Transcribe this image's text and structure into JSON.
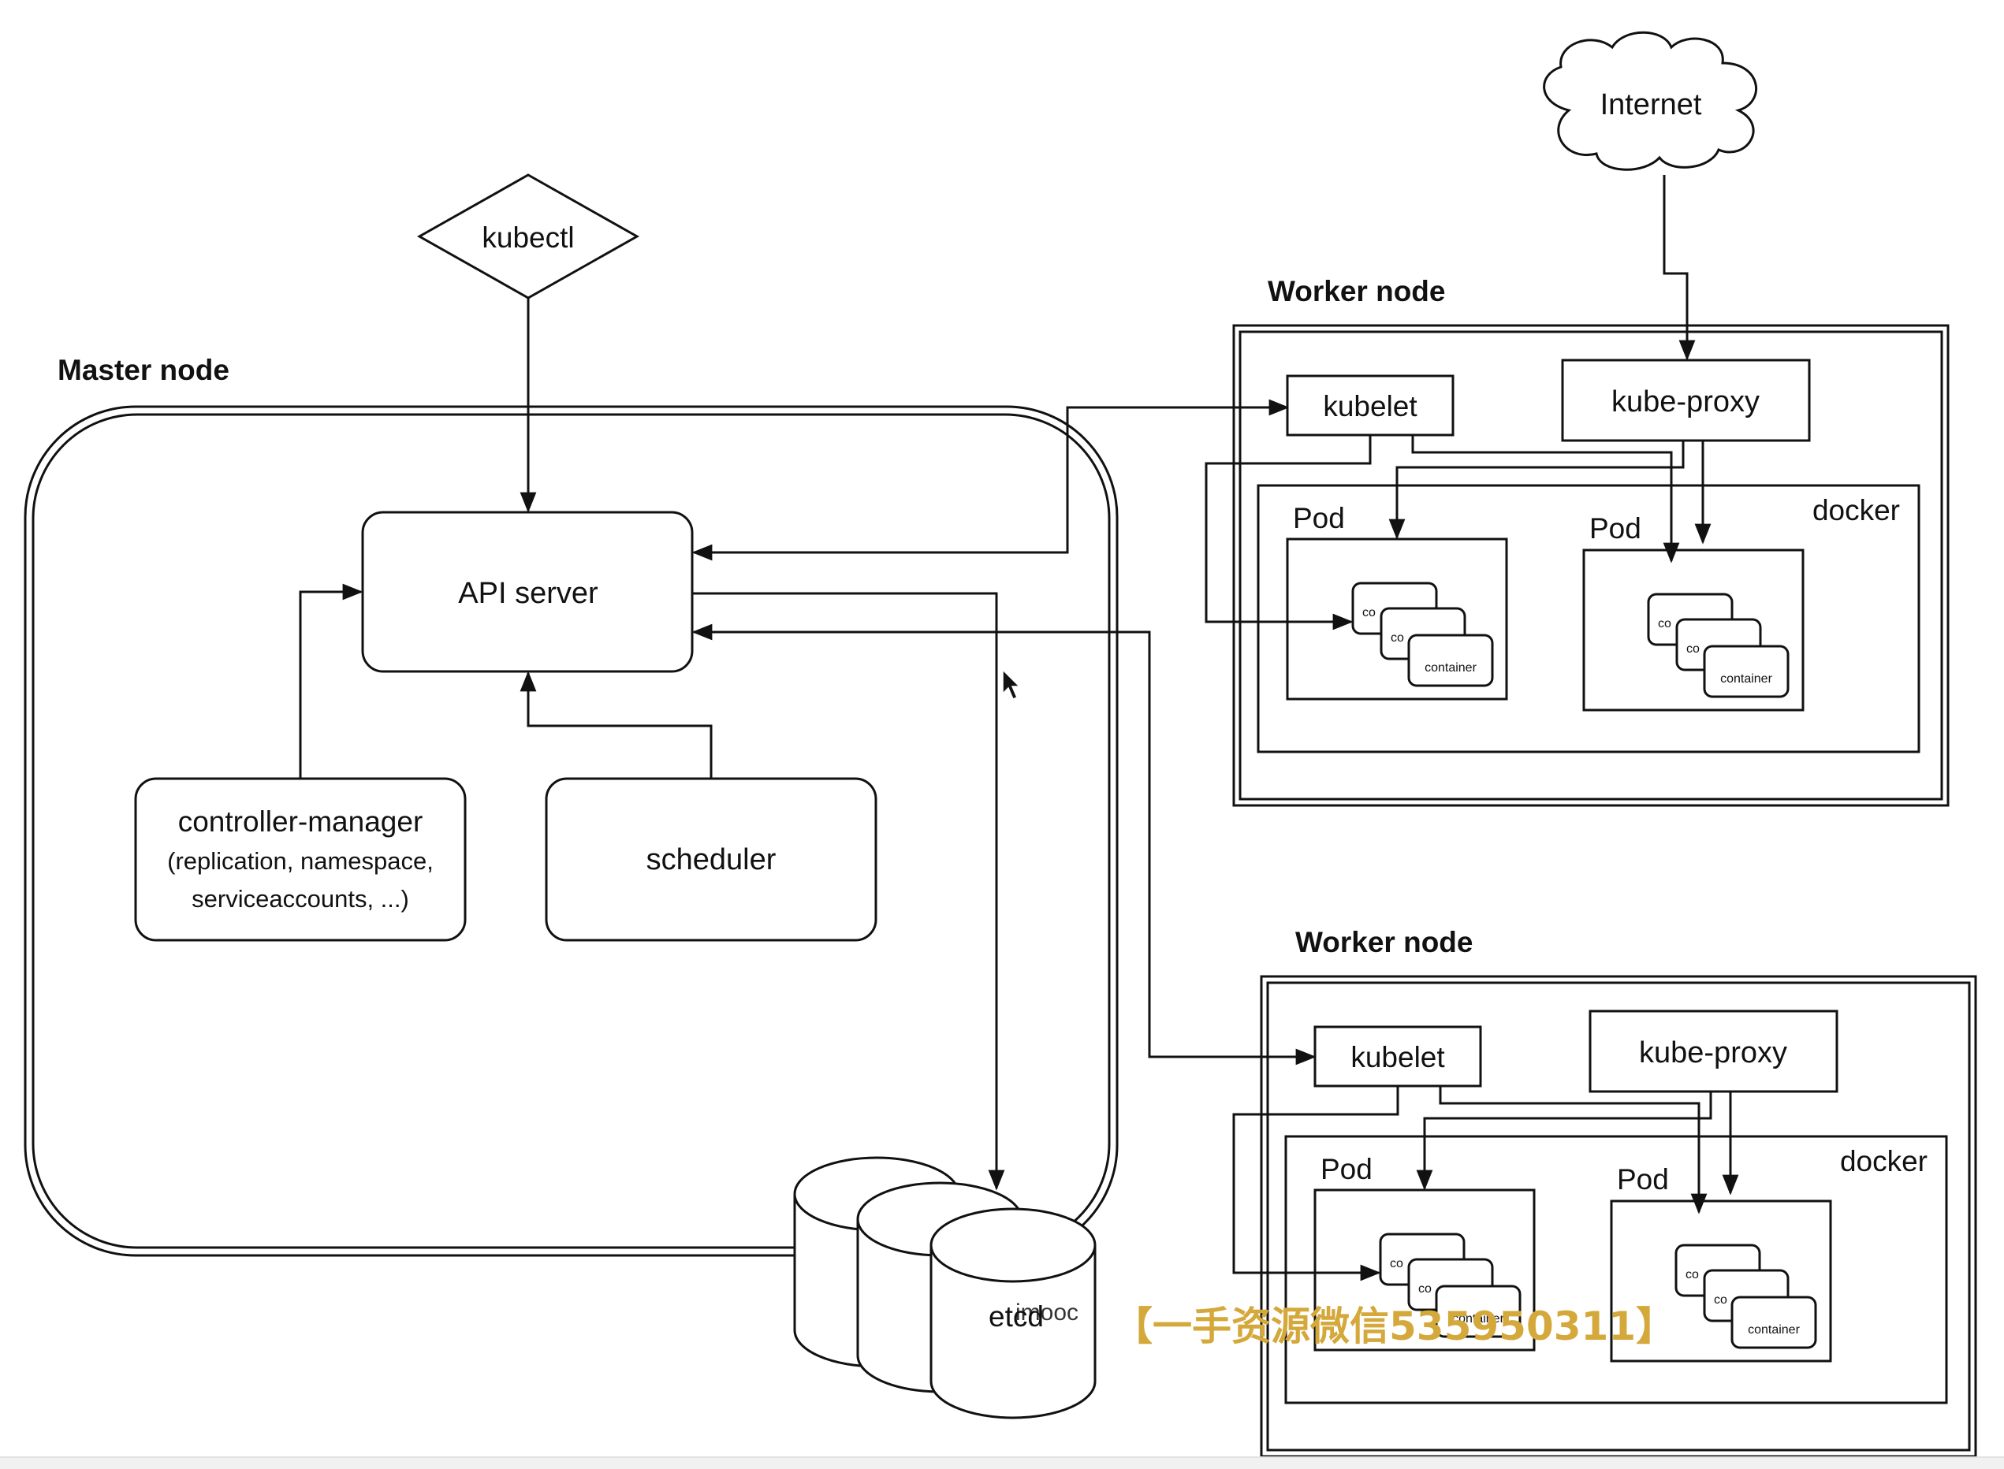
{
  "master": {
    "title": "Master node",
    "kubectl": "kubectl",
    "api_server": "API server",
    "controller_manager": {
      "line1": "controller-manager",
      "line2": "(replication, namespace,",
      "line3": "serviceaccounts, ...)"
    },
    "scheduler": "scheduler",
    "etcd": "etcd"
  },
  "internet": "Internet",
  "workers": [
    {
      "title": "Worker node",
      "kubelet": "kubelet",
      "kube_proxy": "kube-proxy",
      "docker": "docker",
      "pods": [
        {
          "label": "Pod",
          "containers": [
            "co",
            "co",
            "container"
          ]
        },
        {
          "label": "Pod",
          "containers": [
            "co",
            "co",
            "container"
          ]
        }
      ]
    },
    {
      "title": "Worker node",
      "kubelet": "kubelet",
      "kube_proxy": "kube-proxy",
      "docker": "docker",
      "pods": [
        {
          "label": "Pod",
          "containers": [
            "co",
            "co",
            "container"
          ]
        },
        {
          "label": "Pod",
          "containers": [
            "co",
            "co",
            "container"
          ]
        }
      ]
    }
  ],
  "watermark": {
    "faint": "imooc",
    "text": "【一手资源微信535950311】"
  }
}
